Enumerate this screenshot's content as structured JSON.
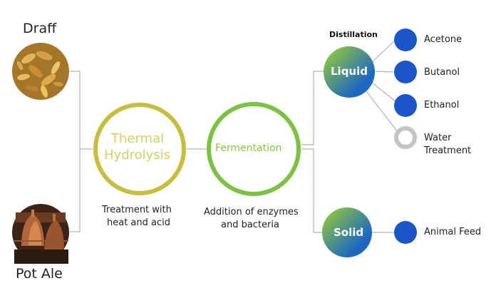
{
  "inputs": {
    "top_label": "Draff",
    "bottom_label": "Pot Ale"
  },
  "stages": {
    "thermal": {
      "title_line1": "Thermal",
      "title_line2": "Hydrolysis",
      "caption_line1": "Treatment with",
      "caption_line2": "heat and acid"
    },
    "fermentation": {
      "title": "Fermentation",
      "caption_line1": "Addition of enzymes",
      "caption_line2": "and bacteria"
    }
  },
  "phases": {
    "liquid": {
      "label": "Liquid",
      "process_label": "Distillation"
    },
    "solid": {
      "label": "Solid"
    }
  },
  "products": {
    "acetone": "Acetone",
    "butanol": "Butanol",
    "ethanol": "Ethanol",
    "water_line1": "Water",
    "water_line2": "Treatment",
    "animal_feed": "Animal Feed"
  },
  "colors": {
    "thermal_ring": "#c8bd3c",
    "thermal_text": "#d6cd66",
    "fermentation_ring": "#7cc242",
    "fermentation_text": "#8cc63f",
    "gradient_green": "#8cc63f",
    "gradient_blue": "#1d66c2",
    "product_blue": "#1a56c8",
    "water_ring": "#c4c4c4",
    "connector": "#b3b3b3"
  }
}
